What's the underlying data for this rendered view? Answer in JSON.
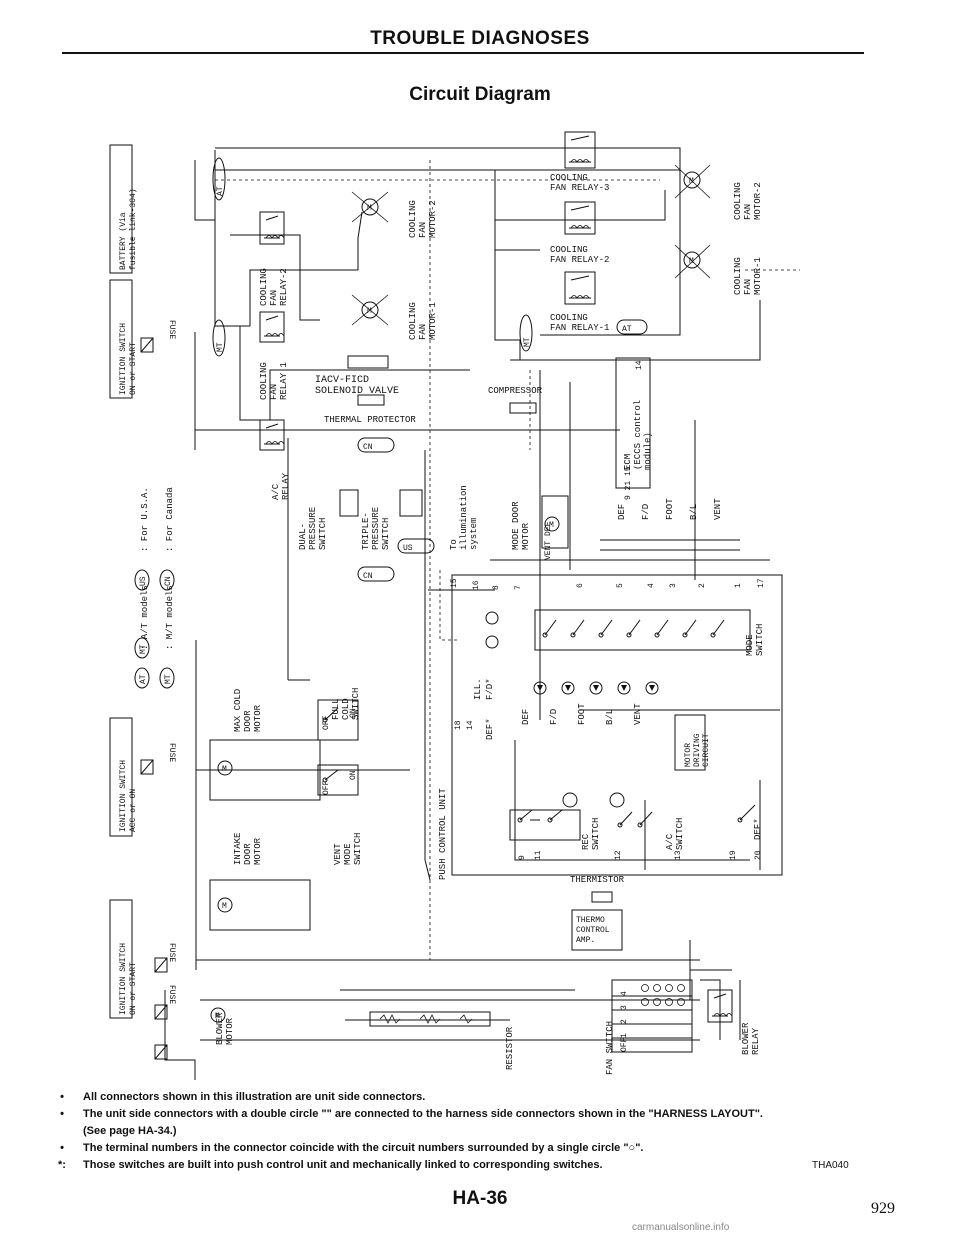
{
  "header": {
    "title": "TROUBLE DIAGNOSES",
    "subtitle": "Circuit Diagram"
  },
  "legend": {
    "at": "AT",
    "at_text": ": A/T models",
    "mt": "MT",
    "mt_text": ": M/T models",
    "us": "US",
    "us_text": ": For U.S.A.",
    "cn": "CN",
    "cn_text": ": For Canada"
  },
  "labels": {
    "battery": [
      "BATTERY (Via",
      "fusible link-304)"
    ],
    "ign_on_start": [
      "IGNITION SWITCH",
      "ON or START"
    ],
    "ign_acc_on": [
      "IGNITION SWITCH",
      "ACC or ON"
    ],
    "ign_on_start2": [
      "IGNITION SWITCH",
      "ON or START"
    ],
    "fuse": "FUSE",
    "at_tag": "AT",
    "mt_tag": "MT",
    "us_tag": "US",
    "cn_tag": "CN",
    "fan_relay_2_left": [
      "COOLING",
      "FAN",
      "RELAY-2"
    ],
    "fan_relay_1_left": [
      "COOLING",
      "FAN",
      "RELAY 1"
    ],
    "fan_motor_2_left": [
      "COOLING",
      "FAN",
      "MOTOR-2"
    ],
    "fan_motor_1_left": [
      "COOLING",
      "FAN",
      "MOTOR-1"
    ],
    "fan_relay_3": [
      "COOLING",
      "FAN RELAY-3"
    ],
    "fan_relay_2_right": [
      "COOLING",
      "FAN RELAY-2"
    ],
    "fan_relay_1_right": [
      "COOLING",
      "FAN RELAY-1"
    ],
    "fan_motor_2_right": [
      "COOLING",
      "FAN",
      "MOTOR-2"
    ],
    "fan_motor_1_right": [
      "COOLING",
      "FAN",
      "MOTOR-1"
    ],
    "iacv": [
      "IACV-FICD",
      "SOLENOID VALVE"
    ],
    "compressor": "COMPRESSOR",
    "thermal": "THERMAL PROTECTOR",
    "ac_relay": [
      "A/C",
      "RELAY"
    ],
    "ecm": [
      "ECM",
      "(ECCS control",
      "module)"
    ],
    "ecm_pins": "9 21 15",
    "ecm_pin14": "14",
    "dual_pressure": [
      "DUAL-",
      "PRESSURE",
      "SWITCH"
    ],
    "triple_pressure": [
      "TRIPLE-",
      "PRESSURE",
      "SWITCH"
    ],
    "illumination": [
      "To",
      "illumination",
      "system"
    ],
    "mode_door_motor": [
      "MODE DOOR",
      "MOTOR"
    ],
    "vent_def": "VENT DEF",
    "mode_outputs": [
      "DEF",
      "F/D",
      "FOOT",
      "B/L",
      "VENT"
    ],
    "mode_switch": [
      "MODE",
      "SWITCH"
    ],
    "mode_leds": [
      "DEF",
      "F/D",
      "FOOT",
      "B/L",
      "VENT"
    ],
    "ill": "ILL.",
    "def_star": "DEF*",
    "fd_star": "F/D*",
    "max_cold": [
      "MAX COLD",
      "DOOR",
      "MOTOR"
    ],
    "full_cold": [
      "FULL",
      "COLD",
      "SWITCH"
    ],
    "off": "OFF",
    "on": "ON",
    "vent_mode": [
      "VENT",
      "MODE",
      "SWITCH"
    ],
    "intake": [
      "INTAKE",
      "DOOR",
      "MOTOR"
    ],
    "push_control": "PUSH CONTROL UNIT",
    "motor_driving": [
      "MOTOR",
      "DRIVING",
      "CIRCUIT"
    ],
    "rec_switch": [
      "REC",
      "SWITCH"
    ],
    "ac_switch": [
      "A/C",
      "SWITCH"
    ],
    "def_star_right": "DEF*",
    "thermistor": "THERMISTOR",
    "thermo": [
      "THERMO",
      "CONTROL",
      "AMP."
    ],
    "blower_motor": [
      "BLOWER",
      "MOTOR"
    ],
    "resistor": "RESISTOR",
    "fan_switch": "FAN SWITCH",
    "fan_switch_positions": [
      "OFF",
      "1",
      "2",
      "3",
      "4"
    ],
    "blower_relay": [
      "BLOWER",
      "RELAY"
    ],
    "m": "M",
    "pins_top": [
      "15",
      "16",
      "8",
      "7",
      "6",
      "5",
      "4",
      "3",
      "2",
      "1",
      "17"
    ],
    "pins_mid": [
      "18",
      "14"
    ],
    "pins_bottom": [
      "9",
      "11",
      "12",
      "13",
      "19",
      "20"
    ]
  },
  "notes": [
    "All connectors shown in this illustration are unit side connectors.",
    "The unit side connectors with a double circle \"\" are connected to the harness side connectors shown in the \"HARNESS LAYOUT\".",
    "(See page HA-34.)",
    "The terminal numbers in the connector coincide with the circuit numbers surrounded by a single circle \"○\".",
    "Those switches are built into push control unit and mechanically linked to corresponding switches."
  ],
  "note_markers": [
    "•",
    "•",
    "",
    "•",
    "*:"
  ],
  "figure_code": "THA040",
  "page_id": "HA-36",
  "page_number": "929",
  "footer": "carmanualsonline.info"
}
